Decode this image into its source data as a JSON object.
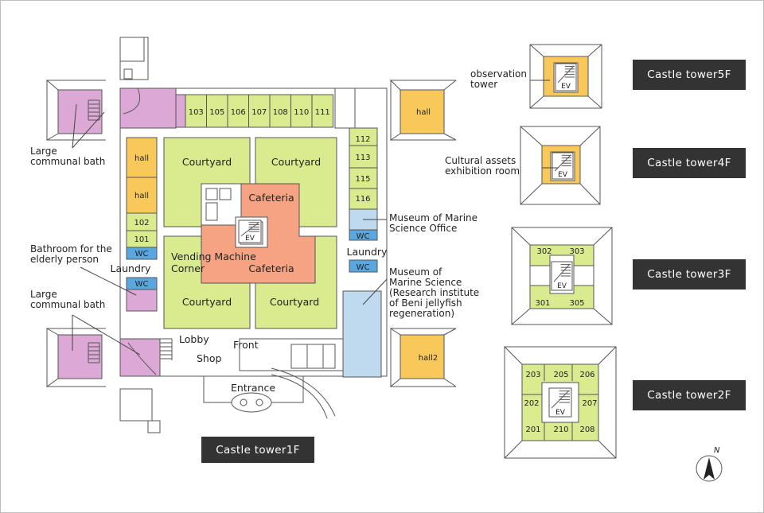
{
  "colors": {
    "room_green": "#d9ea8f",
    "hall_orange": "#f8c95a",
    "bath_purple": "#dca9d6",
    "wc_blue": "#5aa7e0",
    "museum_blue": "#bfd9ee",
    "cafeteria_salmon": "#f5a383",
    "button_dark": "#333333"
  },
  "floor1": {
    "rooms_top": [
      "103",
      "105",
      "106",
      "107",
      "108",
      "110",
      "111"
    ],
    "rooms_right": [
      "112",
      "113",
      "115",
      "116"
    ],
    "rooms_left": [
      "102",
      "101"
    ],
    "hall_left_1": "hall",
    "hall_left_2": "hall",
    "hall_right": "hall",
    "hall2": "hall2",
    "wc": "WC",
    "laundry": "Laundry",
    "ev": "EV",
    "courtyard": "Courtyard",
    "cafeteria": "Cafeteria",
    "vending_1": "Vending Machine",
    "vending_2": "Corner",
    "lobby": "Lobby",
    "shop": "Shop",
    "front": "Front",
    "entrance": "Entrance"
  },
  "labels": {
    "large_bath_1a": "Large",
    "large_bath_1b": "communal bath",
    "elderly_1": "Bathroom for the",
    "elderly_2": "elderly person",
    "large_bath_2a": "Large",
    "large_bath_2b": "communal bath",
    "museum_office_1": "Museum of Marine",
    "museum_office_2": "Science Office",
    "museum_1": "Museum of",
    "museum_2": "Marine Science",
    "museum_3": "(Research institute",
    "museum_4": "of Beni jellyfish",
    "museum_5": "regeneration)",
    "observation_1": "observation",
    "observation_2": "tower",
    "cultural_1": "Cultural assets",
    "cultural_2": "exhibition room"
  },
  "floor3": {
    "rooms": [
      "302",
      "303",
      "301",
      "305"
    ]
  },
  "floor2": {
    "rooms": [
      "203",
      "205",
      "206",
      "202",
      "207",
      "201",
      "210",
      "208"
    ]
  },
  "buttons": {
    "f5": "Castle tower5F",
    "f4": "Castle tower4F",
    "f3": "Castle tower3F",
    "f2": "Castle tower2F",
    "f1": "Castle tower1F"
  },
  "compass": "N"
}
